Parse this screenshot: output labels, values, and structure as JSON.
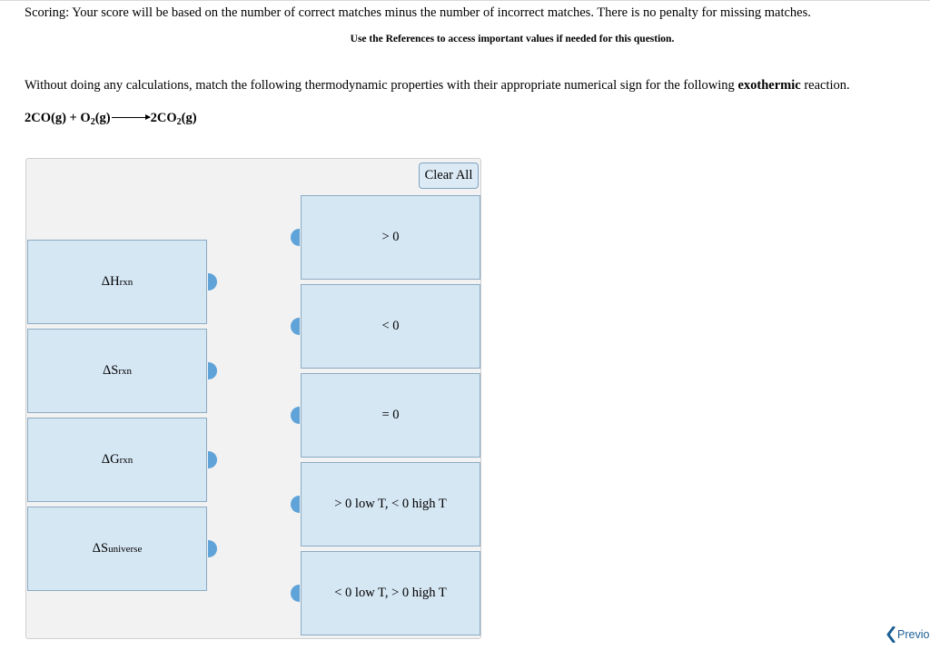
{
  "header": {
    "scoring_text": "Scoring: Your score will be based on the number of correct matches minus the number of incorrect matches. There is no penalty for missing matches.",
    "references_text": "Use the References to access important values if needed for this question."
  },
  "question": {
    "text_before": "Without doing any calculations, match the following thermodynamic properties with their appropriate numerical sign for the following ",
    "bold_word": "exothermic",
    "text_after": " reaction."
  },
  "reaction": {
    "r1": "2CO(g) + O",
    "r1_sub": "2",
    "r1_tail": "(g)",
    "p1": "2CO",
    "p1_sub": "2",
    "p1_tail": "(g)"
  },
  "panel": {
    "clear_all_label": "Clear All",
    "properties": [
      {
        "symbol": "ΔH",
        "sub": "rxn"
      },
      {
        "symbol": "ΔS",
        "sub": "rxn"
      },
      {
        "symbol": "ΔG",
        "sub": "rxn"
      },
      {
        "symbol": "ΔS",
        "sub": "universe"
      }
    ],
    "answers": [
      "> 0",
      "< 0",
      "= 0",
      "> 0 low T, < 0 high T",
      "< 0 low T, > 0 high T"
    ]
  },
  "nav": {
    "previous_label": "Previou"
  },
  "colors": {
    "card_bg": "#d6e7f4",
    "card_border": "#8cabc4",
    "tab": "#5fa3d8",
    "panel_bg": "#f2f2f2",
    "link": "#1d5f95"
  }
}
